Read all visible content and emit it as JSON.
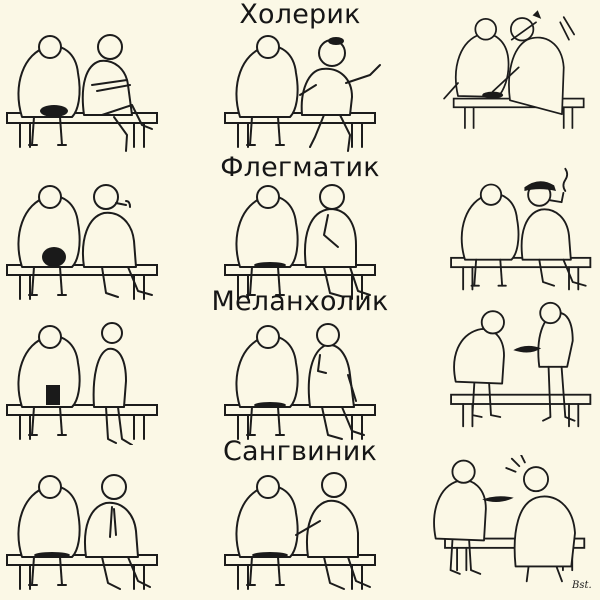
{
  "headings": {
    "choleric": "Холерик",
    "phlegmatic": "Флегматик",
    "melancholic": "Меланхолик",
    "sanguine": "Сангвиник"
  },
  "colors": {
    "background": "#fbf8e6",
    "ink": "#1c1c1c"
  },
  "rows": [
    {
      "temperament": "choleric",
      "panels": [
        "sits-crossed-arms",
        "turns-angry",
        "grabs-collar"
      ]
    },
    {
      "temperament": "phlegmatic",
      "panels": [
        "smokes-pipe",
        "ponders",
        "relights-pipe"
      ]
    },
    {
      "temperament": "melancholic",
      "panels": [
        "sits-sad",
        "despairs",
        "holds-crushed-hat"
      ]
    },
    {
      "temperament": "sanguine",
      "panels": [
        "notices-hat",
        "points-at-hat",
        "laughs-returning-hat"
      ]
    }
  ],
  "signature": "Bst."
}
